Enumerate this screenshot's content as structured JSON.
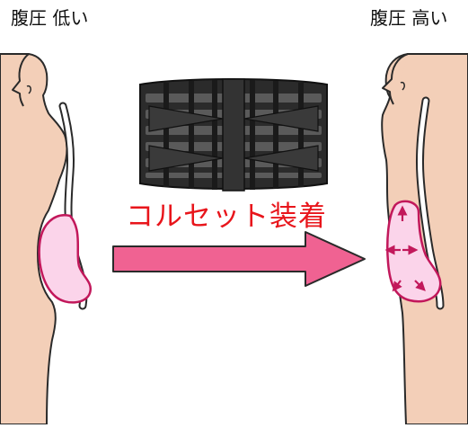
{
  "labels": {
    "left": "腹圧 低い",
    "right": "腹圧 高い",
    "caption": "コルセット装着"
  },
  "colors": {
    "skin": "#f3cfb8",
    "outline": "#2a2a2a",
    "spine_fill": "#ffffff",
    "organ_fill": "#fbd4ea",
    "organ_stroke": "#c2185b",
    "arrow_fill": "#f06292",
    "caption": "#e8151b",
    "corset": "#2b2b2b",
    "corset_light": "#5a5a5a"
  },
  "icons": {
    "left_figure": "body-profile-icon",
    "right_figure": "body-profile-icon",
    "corset": "corset-icon",
    "arrow": "arrow-right-icon",
    "pressure_arrows": "pressure-arrows-icon"
  }
}
